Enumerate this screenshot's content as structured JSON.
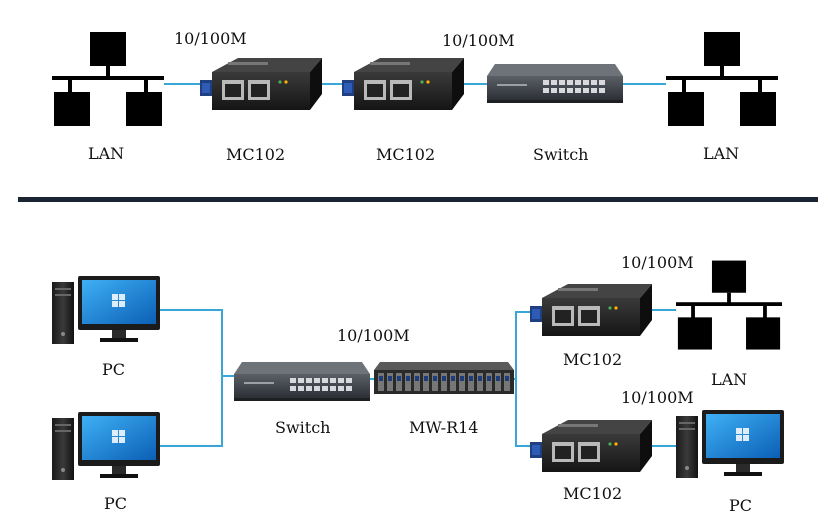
{
  "colors": {
    "link": "#39a6d8",
    "divider": "#1a2433",
    "lan_icon": "#000000",
    "device_body": "#1c1c1c",
    "switch_body": "#3a3d42",
    "monitor_screen": "#1d8be0"
  },
  "top_network": {
    "speed_left": "10/100M",
    "speed_right": "10/100M",
    "lan_left": "LAN",
    "mc_left": "MC102",
    "mc_right": "MC102",
    "switch": "Switch",
    "lan_right": "LAN"
  },
  "bottom_network": {
    "pc_top": "PC",
    "pc_bottom": "PC",
    "switch": "Switch",
    "speed_center": "10/100M",
    "rack": "MW-R14",
    "speed_upper_right": "10/100M",
    "mc_upper": "MC102",
    "lan": "LAN",
    "speed_lower_right": "10/100M",
    "mc_lower": "MC102",
    "pc_right": "PC"
  },
  "icons": {
    "lan": "lan-topology-icon",
    "converter": "media-converter-icon",
    "switch": "network-switch-icon",
    "rack": "rack-chassis-icon",
    "pc": "desktop-pc-icon"
  }
}
